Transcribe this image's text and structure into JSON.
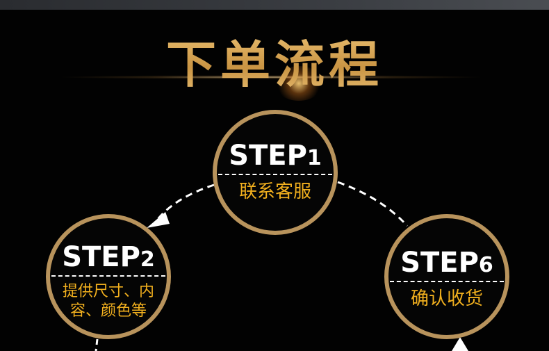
{
  "title": "下单流程",
  "steps": [
    {
      "label": "STEP",
      "num": "1",
      "desc": "联系客服"
    },
    {
      "label": "STEP",
      "num": "2",
      "desc": "提供尺寸、内容、颜色等"
    },
    {
      "label": "STEP",
      "num": "6",
      "desc": "确认收货"
    }
  ],
  "colors": {
    "ring": "#b8935c",
    "desc": "#f2b01e"
  }
}
